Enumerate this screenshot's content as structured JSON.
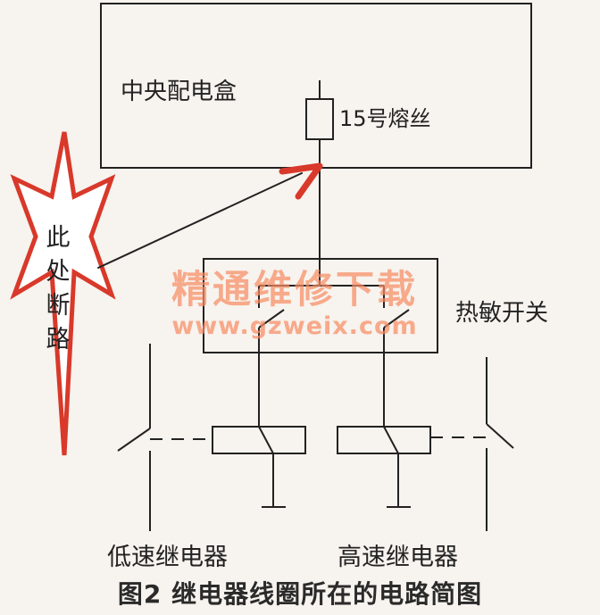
{
  "labels": {
    "central_box": "中央配电盒",
    "fuse": "15号熔丝",
    "break_note": "此处断路",
    "thermal_switch": "热敏开关",
    "low_speed_relay": "低速继电器",
    "high_speed_relay": "高速继电器"
  },
  "watermark": {
    "title": "精通维修下载",
    "url": "www.gzweix.com"
  },
  "caption": "图2 继电器线圈所在的电路简图",
  "colors": {
    "arrow": "#d8392a",
    "line": "#222222",
    "watermark": "#f68c64"
  }
}
